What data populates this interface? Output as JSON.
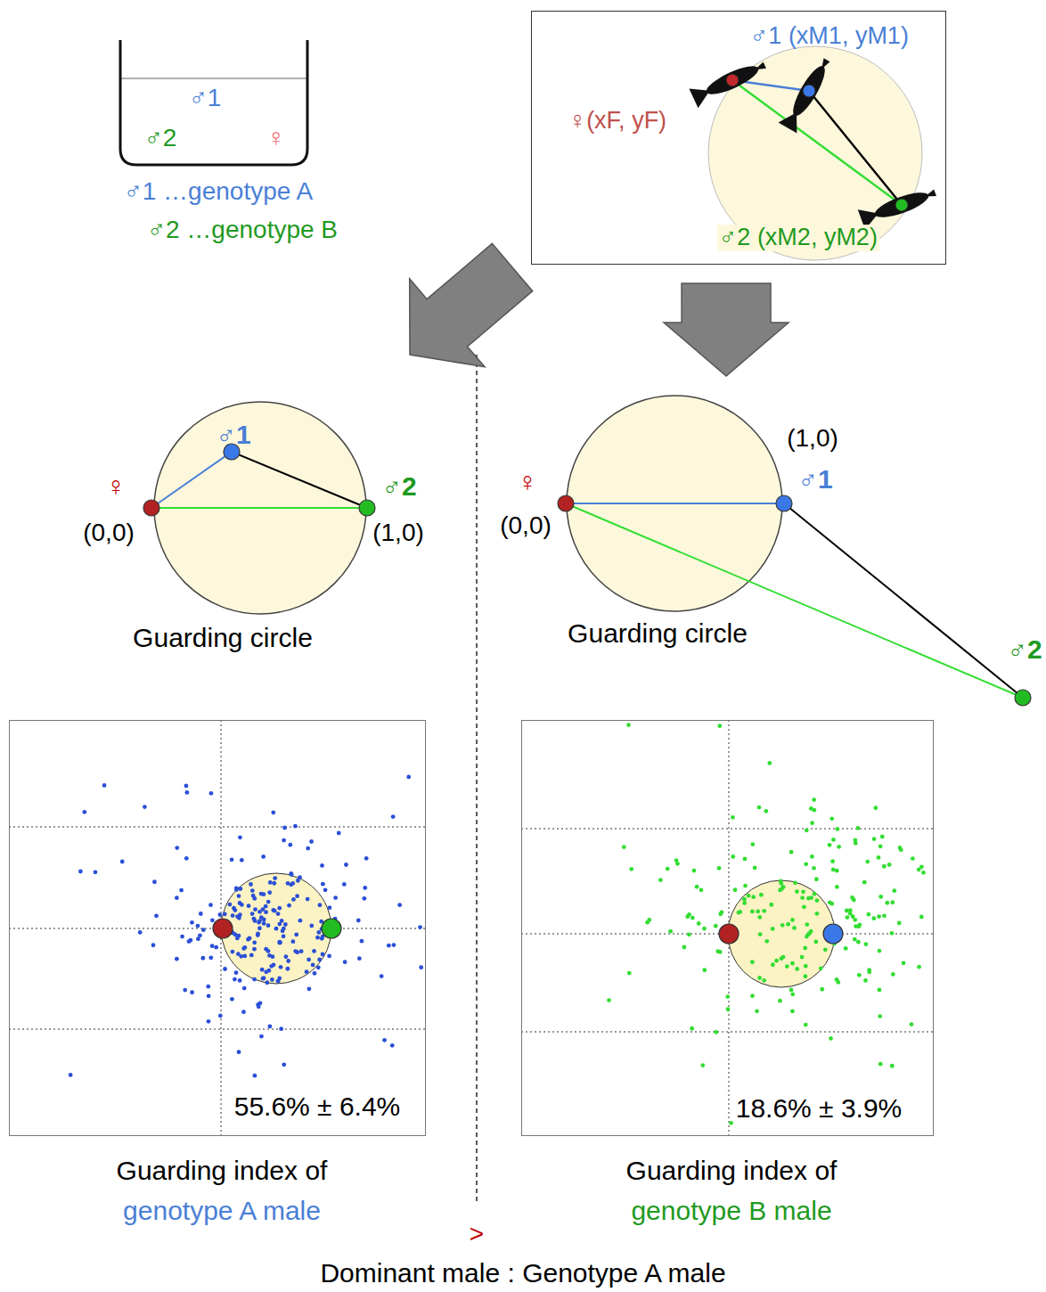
{
  "diagram": {
    "nodes": [
      {
        "text": [
          "♂1",
          "♂2",
          "♀"
        ]
      },
      {
        "text": [
          "♂1 (xM1, yM1)",
          "♀(xF, yF)",
          "♂2 (xM2, yM2)"
        ]
      },
      {
        "text": [
          "Guarding circle"
        ]
      },
      {
        "text": [
          "Guarding circle"
        ]
      },
      {
        "text": [
          "55.6% ± 6.4%",
          "Guarding index of",
          "genotype A male"
        ]
      },
      {
        "text": [
          "18.6% ± 3.9%",
          "Guarding index of",
          "genotype B male"
        ]
      }
    ],
    "edges": [
      {
        "from": 1,
        "to": 2,
        "arrow": "to"
      },
      {
        "from": 1,
        "to": 3,
        "arrow": "to"
      }
    ],
    "labels": [
      "♂1 …genotype A",
      "♂2 …genotype B",
      "♂1",
      "♀",
      "♂2",
      "(0,0)",
      "(1,0)",
      "(1,0)",
      "♂1",
      "♀",
      "(0,0)",
      "♂2",
      ">",
      "Dominant male : Genotype A male"
    ]
  }
}
